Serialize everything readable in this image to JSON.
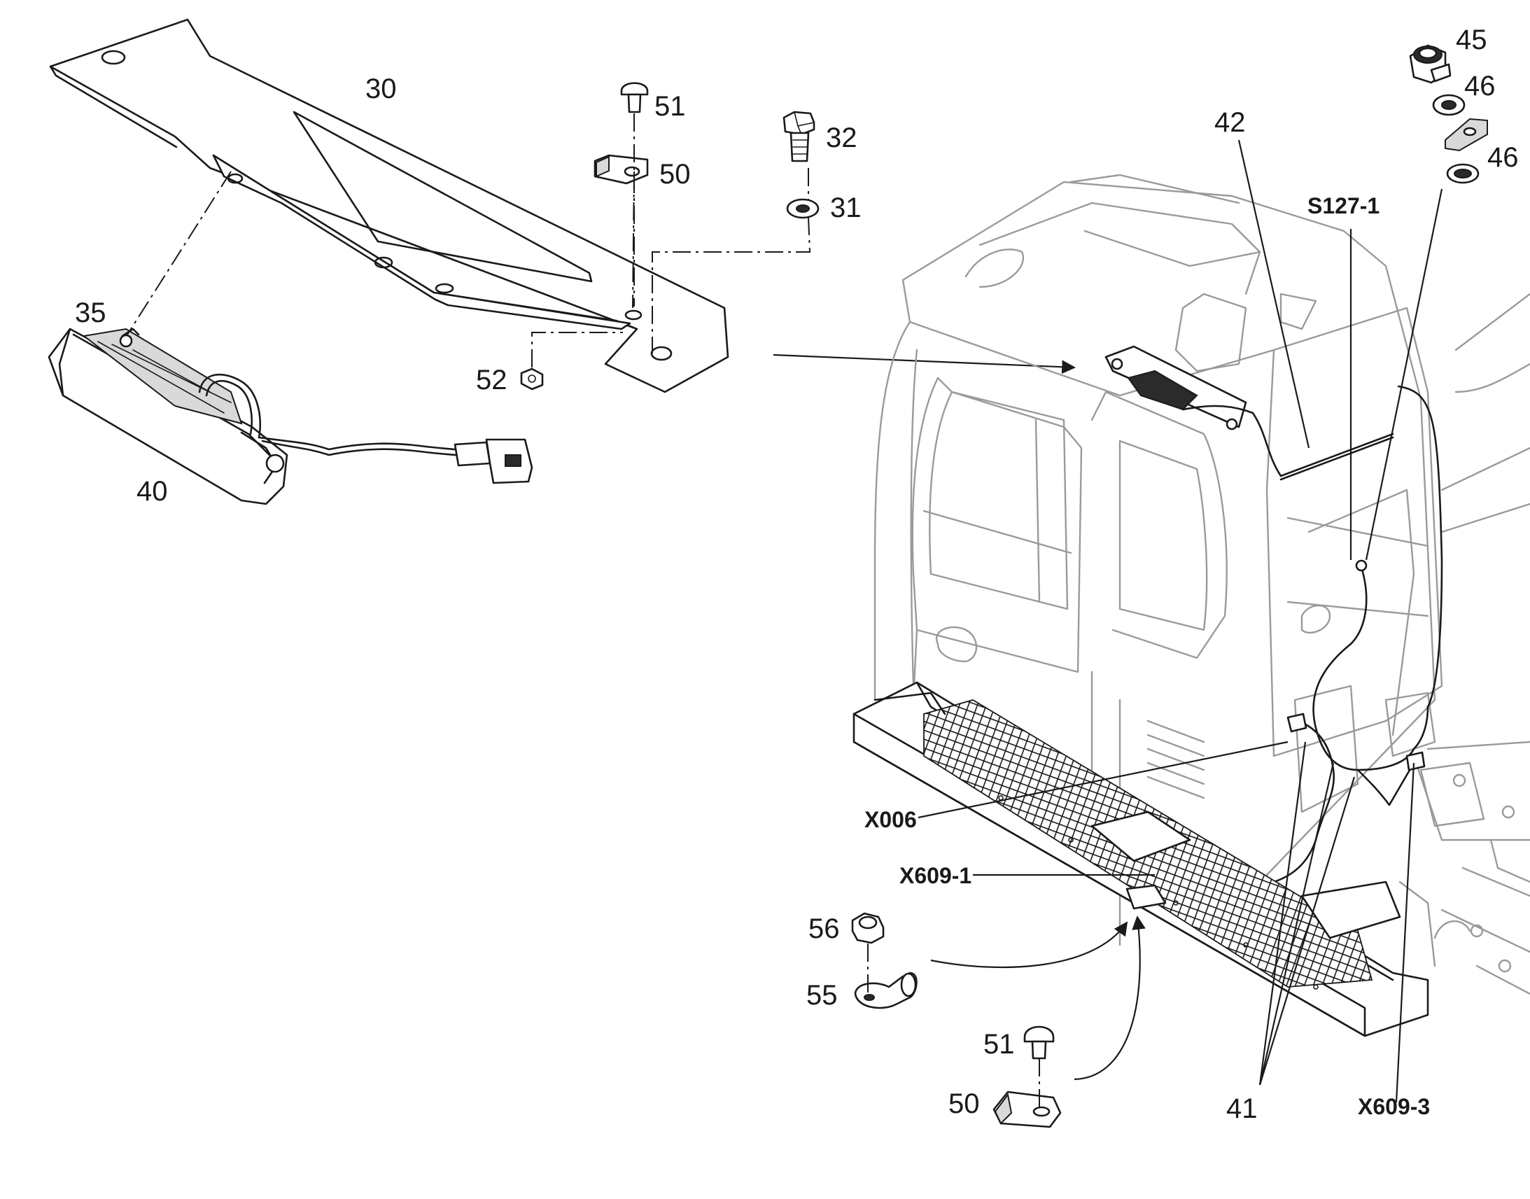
{
  "callouts": {
    "c30": "30",
    "c51a": "51",
    "c50a": "50",
    "c32": "32",
    "c31": "31",
    "c35": "35",
    "c52": "52",
    "c40": "40",
    "c42": "42",
    "c45": "45",
    "c46a": "46",
    "c46b": "46",
    "cS127": "S127-1",
    "cX006": "X006",
    "cX609_1": "X609-1",
    "c56": "56",
    "c55": "55",
    "c51b": "51",
    "c50b": "50",
    "c41": "41",
    "cX609_3": "X609-3"
  }
}
